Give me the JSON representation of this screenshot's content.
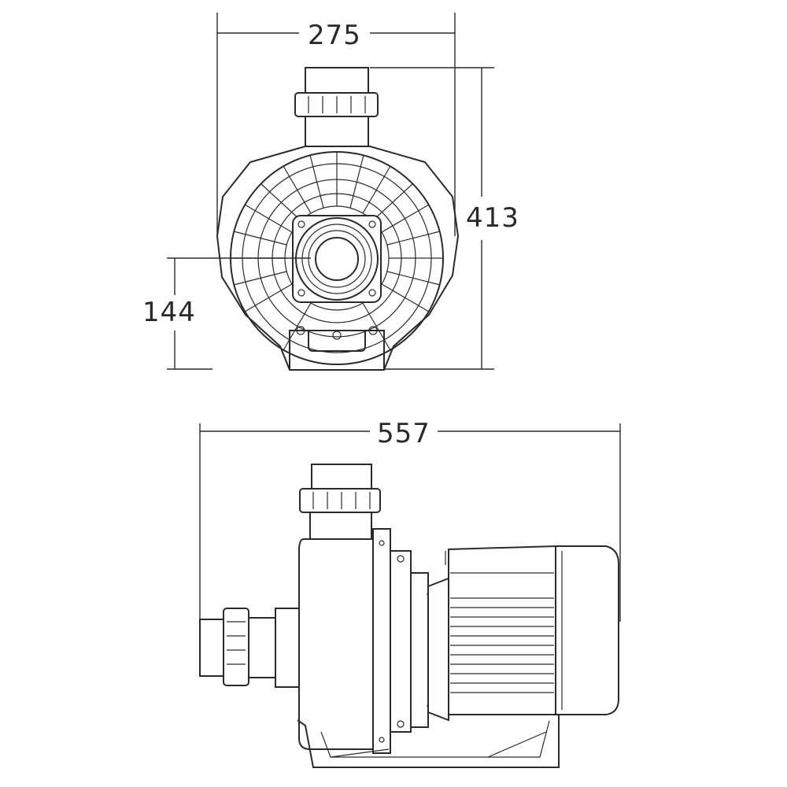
{
  "dimensions": {
    "front_width": "275",
    "front_height": "413",
    "inlet_height": "144",
    "side_length": "557"
  }
}
